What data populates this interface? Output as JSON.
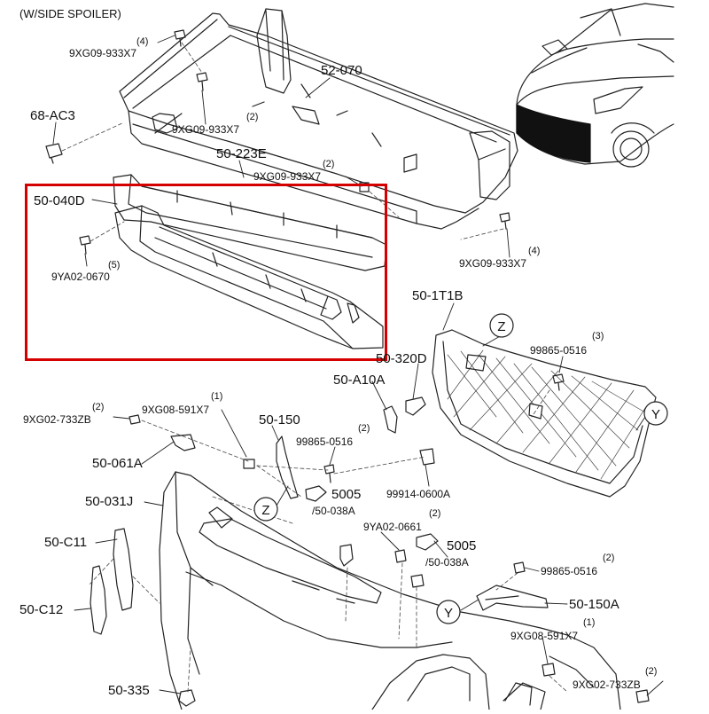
{
  "diagram": {
    "header": "(W/SIDE SPOILER)",
    "highlight_color": "#d40000",
    "callouts": [
      "Z",
      "Y",
      "Z",
      "Y"
    ],
    "labels": [
      {
        "id": "9XG09-933X7-a",
        "text": "9XG09-933X7",
        "qty": "(4)"
      },
      {
        "id": "52-070",
        "text": "52-070",
        "qty": ""
      },
      {
        "id": "68-AC3",
        "text": "68-AC3",
        "qty": ""
      },
      {
        "id": "9XG09-933X7-b",
        "text": "9XG09-933X7",
        "qty": "(2)"
      },
      {
        "id": "50-223E",
        "text": "50-223E",
        "qty": ""
      },
      {
        "id": "9XG09-933X7-c",
        "text": "9XG09-933X7",
        "qty": "(2)"
      },
      {
        "id": "50-040D",
        "text": "50-040D",
        "qty": ""
      },
      {
        "id": "9XG09-933X7-d",
        "text": "9XG09-933X7",
        "qty": "(4)"
      },
      {
        "id": "9YA02-0670",
        "text": "9YA02-0670",
        "qty": "(5)"
      },
      {
        "id": "50-1T1B",
        "text": "50-1T1B",
        "qty": ""
      },
      {
        "id": "99865-0516-a",
        "text": "99865-0516",
        "qty": "(3)"
      },
      {
        "id": "50-320D",
        "text": "50-320D",
        "qty": ""
      },
      {
        "id": "50-A10A",
        "text": "50-A10A",
        "qty": ""
      },
      {
        "id": "9XG02-733ZB-a",
        "text": "9XG02-733ZB",
        "qty": "(2)"
      },
      {
        "id": "9XG08-591X7-a",
        "text": "9XG08-591X7",
        "qty": "(1)"
      },
      {
        "id": "50-150",
        "text": "50-150",
        "qty": ""
      },
      {
        "id": "99865-0516-b",
        "text": "99865-0516",
        "qty": "(2)"
      },
      {
        "id": "50-061A",
        "text": "50-061A",
        "qty": ""
      },
      {
        "id": "5005-a",
        "text": "5005",
        "qty": ""
      },
      {
        "id": "50-038A-a",
        "text": "/50-038A",
        "qty": ""
      },
      {
        "id": "99914-0600A",
        "text": "99914-0600A",
        "qty": ""
      },
      {
        "id": "50-031J",
        "text": "50-031J",
        "qty": ""
      },
      {
        "id": "9YA02-0661",
        "text": "9YA02-0661",
        "qty": "(2)"
      },
      {
        "id": "50-C11",
        "text": "50-C11",
        "qty": ""
      },
      {
        "id": "5005-b",
        "text": "5005",
        "qty": ""
      },
      {
        "id": "50-038A-b",
        "text": "/50-038A",
        "qty": ""
      },
      {
        "id": "99865-0516-c",
        "text": "99865-0516",
        "qty": "(2)"
      },
      {
        "id": "50-150A",
        "text": "50-150A",
        "qty": ""
      },
      {
        "id": "50-C12",
        "text": "50-C12",
        "qty": ""
      },
      {
        "id": "9XG08-591X7-b",
        "text": "9XG08-591X7",
        "qty": "(1)"
      },
      {
        "id": "50-335",
        "text": "50-335",
        "qty": ""
      },
      {
        "id": "9XG02-733ZB-b",
        "text": "9XG02-733ZB",
        "qty": "(2)"
      }
    ]
  }
}
